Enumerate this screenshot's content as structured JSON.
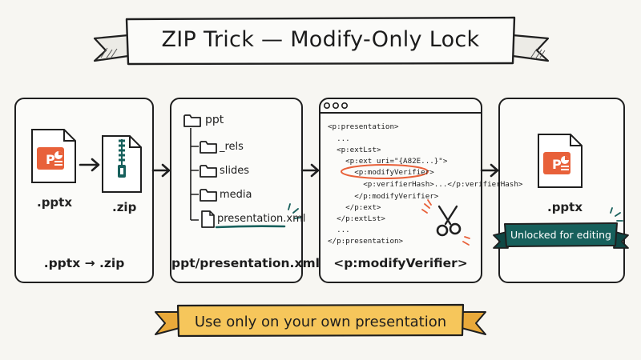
{
  "title": "ZIP Trick — Modify-Only Lock",
  "steps": [
    {
      "caption": ".pptx → .zip",
      "file_label": ".pptx",
      "zip_label": ".zip"
    },
    {
      "caption": "ppt/presentation.xml",
      "tree": {
        "root": "ppt",
        "items": [
          "_rels",
          "slides",
          "media"
        ],
        "file": "presentation.xml"
      }
    },
    {
      "caption": "<p:modifyVerifier>",
      "code_lines": [
        "<p:presentation>",
        "  ...",
        "  <p:extLst>",
        "    <p:ext uri=\"{A82E...}\">",
        "      <p:modifyVerifier>",
        "        <p:verifierHash>...</p:verifierHash>",
        "      </p:modifyVerifier>",
        "    </p:ext>",
        "  </p:extLst>",
        "  ...",
        "</p:presentation>"
      ]
    },
    {
      "file_label": ".pptx",
      "badge": "Unlocked for editing"
    }
  ],
  "footer": "Use only on your own presentation",
  "colors": {
    "accent_orange": "#e8613a",
    "accent_teal": "#17605c",
    "banner_yellow": "#f6c65b",
    "ink": "#1f1f1f"
  },
  "icons": [
    "pptx-file-icon",
    "zip-file-icon",
    "folder-icon",
    "document-icon",
    "scissors-icon",
    "arrow-right-icon"
  ]
}
